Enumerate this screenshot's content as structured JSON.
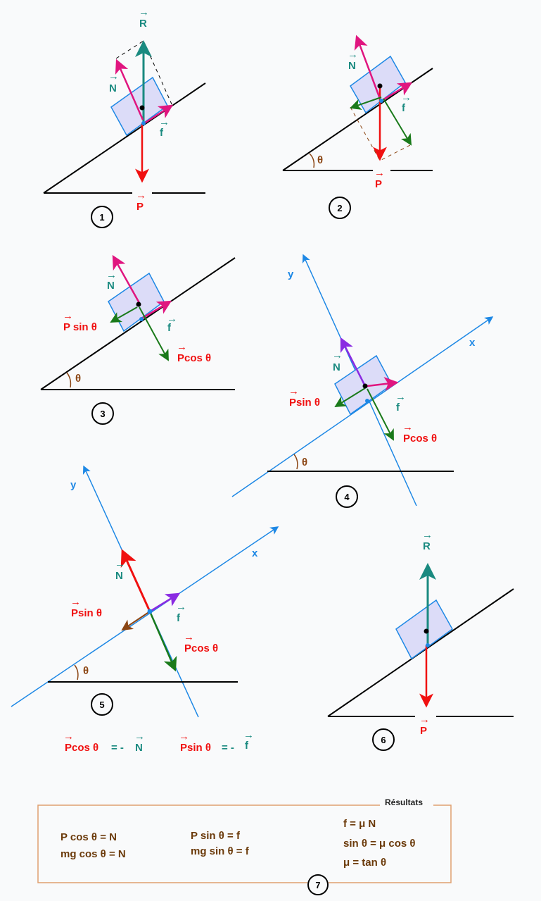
{
  "colors": {
    "teal": "#1a8a80",
    "magenta": "#e0157f",
    "red": "#f01010",
    "green": "#1a7a1a",
    "blue": "#1e88e5",
    "brown": "#8b4513",
    "purple": "#8a2be2",
    "box": "#e0a070",
    "block": "#dcdcf8"
  },
  "vector_arrow": "→",
  "d1": {
    "num": "1",
    "R": "R",
    "N": "N",
    "f": "f",
    "P": "P"
  },
  "d2": {
    "num": "2",
    "N": "N",
    "f": "f",
    "P": "P",
    "theta": "θ"
  },
  "d3": {
    "num": "3",
    "N": "N",
    "f": "f",
    "psin": "P sin θ",
    "pcos": "Pcos θ",
    "theta": "θ"
  },
  "d4": {
    "num": "4",
    "x": "x",
    "y": "y",
    "N": "N",
    "f": "f",
    "psin": "Psin θ",
    "pcos": "Pcos θ",
    "theta": "θ"
  },
  "d5": {
    "num": "5",
    "x": "x",
    "y": "y",
    "N": "N",
    "f": "f",
    "psin": "Psin θ",
    "pcos": "Pcos θ",
    "theta": "θ",
    "eq1_left": "Pcos θ",
    "eq1_mid": "= -",
    "eq1_right": "N",
    "eq2_left": "Psin θ",
    "eq2_mid": "= -",
    "eq2_right": "f"
  },
  "d6": {
    "num": "6",
    "R": "R",
    "P": "P"
  },
  "results": {
    "title": "Résultats",
    "num": "7",
    "lines": [
      "P cos θ = N",
      "mg cos θ = N",
      "P sin θ = f",
      "mg sin θ = f",
      "f = μ N",
      "sin θ  =  μ  cos θ",
      "μ  =  tan θ"
    ]
  }
}
